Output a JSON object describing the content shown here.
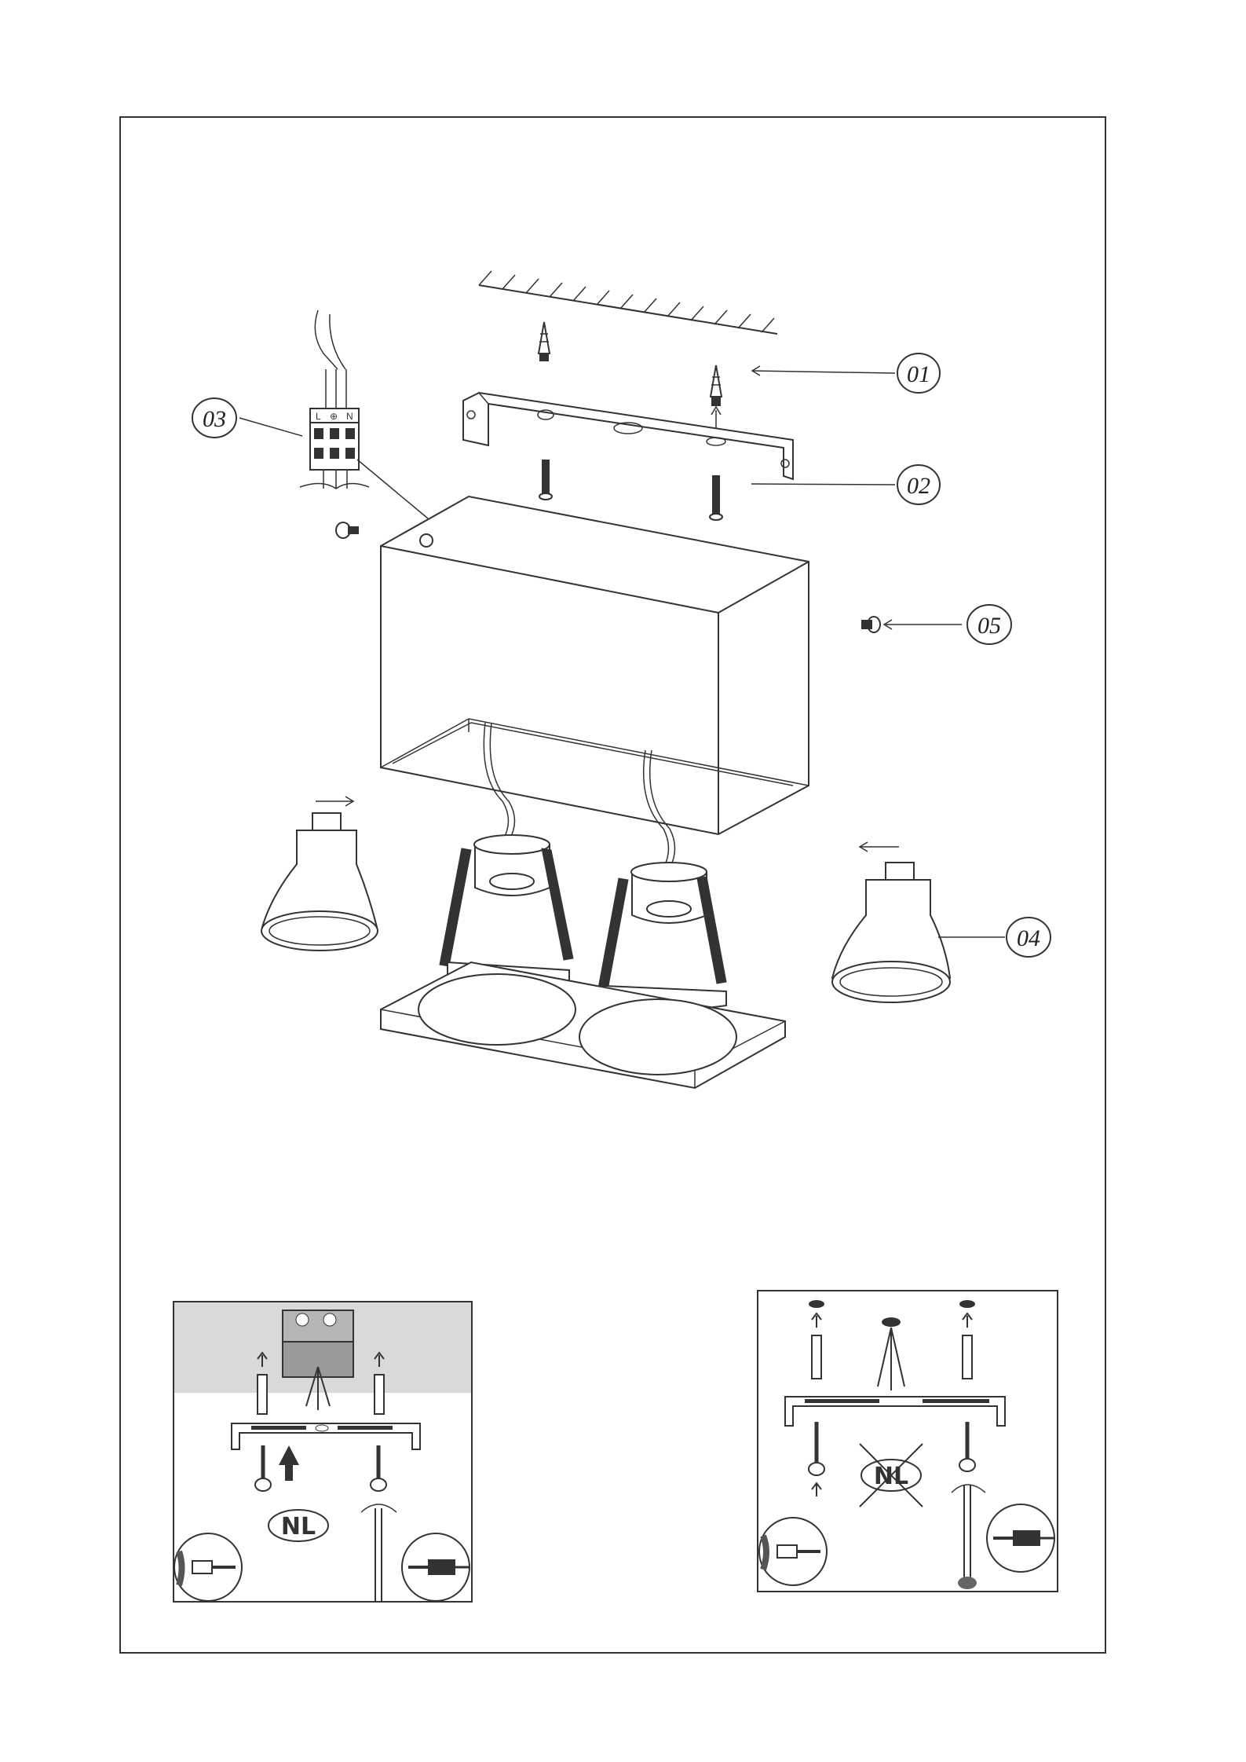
{
  "callouts": [
    {
      "id": "01"
    },
    {
      "id": "02"
    },
    {
      "id": "03"
    },
    {
      "id": "04"
    },
    {
      "id": "05"
    }
  ],
  "terminal_block": {
    "labels": [
      "L",
      "⊕",
      "N"
    ]
  },
  "install_panels": [
    {
      "name": "install-correct",
      "badge": "NL",
      "crossed": false
    },
    {
      "name": "install-incorrect",
      "badge": "NL",
      "crossed": true
    }
  ],
  "colors": {
    "line": "#333333",
    "panel_gray": "#d9d9d9",
    "fill_white": "#ffffff"
  }
}
